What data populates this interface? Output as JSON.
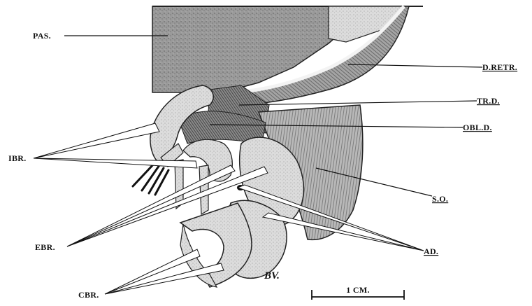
{
  "labels": {
    "pas": "PAS.",
    "d_retr": "D.RETR.",
    "tr_d": "TR.D.",
    "obl_d": "OBL.D.",
    "ibr": "IBR.",
    "s_o": "S.O.",
    "ebr": "EBR.",
    "ad": "AD.",
    "cbr": "CBR."
  },
  "scale_bar": {
    "label": "1 CM."
  },
  "signature": "BV."
}
